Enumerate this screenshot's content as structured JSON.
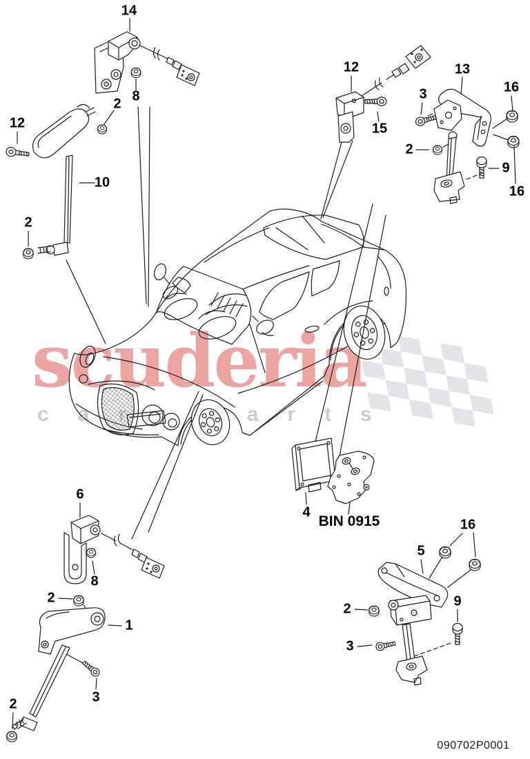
{
  "watermark": {
    "brand": "scuderia",
    "subtitle": "car parts",
    "brand_color": "#eca4a0",
    "subtitle_color": "#cccccc",
    "flag_color": "#e3e3e8"
  },
  "footer": {
    "drawing_code": "090702P0001"
  },
  "labels": [
    {
      "text": "14"
    },
    {
      "text": "2"
    },
    {
      "text": "8"
    },
    {
      "text": "12"
    },
    {
      "text": "10"
    },
    {
      "text": "2"
    },
    {
      "text": "12"
    },
    {
      "text": "15"
    },
    {
      "text": "3"
    },
    {
      "text": "2"
    },
    {
      "text": "13"
    },
    {
      "text": "16"
    },
    {
      "text": "9"
    },
    {
      "text": "16"
    },
    {
      "text": "6"
    },
    {
      "text": "8"
    },
    {
      "text": "2"
    },
    {
      "text": "1"
    },
    {
      "text": "3"
    },
    {
      "text": "2"
    },
    {
      "text": "4"
    },
    {
      "text": "BIN 0915"
    },
    {
      "text": "5"
    },
    {
      "text": "16"
    },
    {
      "text": "2"
    },
    {
      "text": "9"
    },
    {
      "text": "3"
    }
  ]
}
